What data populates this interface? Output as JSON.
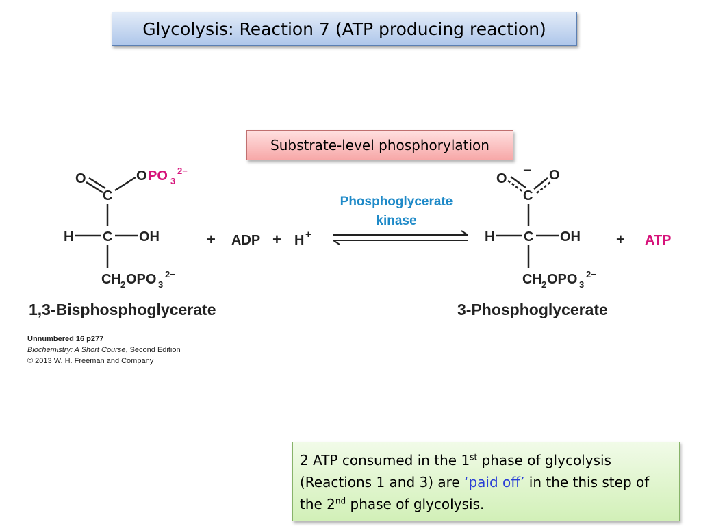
{
  "slide": {
    "title": "Glycolysis:  Reaction 7 (ATP producing reaction)",
    "subtitle_box": "Substrate-level phosphorylation"
  },
  "reaction": {
    "reactant_name": "1,3-Bisphosphoglycerate",
    "product_name": "3-Phosphoglycerate",
    "enzyme_line1": "Phosphoglycerate",
    "enzyme_line2": "kinase",
    "plus": "+",
    "adp": "ADP",
    "proton": "H",
    "proton_charge": "+",
    "atp": "ATP",
    "atoms": {
      "o": "O",
      "c": "C",
      "h": "H",
      "oh": "OH",
      "opo3_o": "O",
      "opo3_po": "PO",
      "three": "3",
      "charge2": "2−",
      "ch2": "CH",
      "two": "2",
      "opo3_text": "OPO",
      "minus": "−"
    }
  },
  "caption": {
    "line1": "Unnumbered 16 p277",
    "line2_italic": "Biochemistry: A Short Course",
    "line2_rest": ", Second Edition",
    "line3": "© 2013 W. H. Freeman and Company"
  },
  "note": {
    "p1": "2 ATP consumed in the 1",
    "sup1": "st",
    "p2": " phase of glycolysis (Reactions 1 and 3) are ",
    "highlight": "‘paid off’",
    "p3": " in the this step of the 2",
    "sup2": "nd",
    "p4": " phase of glycolysis."
  },
  "colors": {
    "magenta": "#d6127a",
    "enzyme_blue": "#1f8ac8",
    "highlight_blue": "#2a3fd6"
  }
}
